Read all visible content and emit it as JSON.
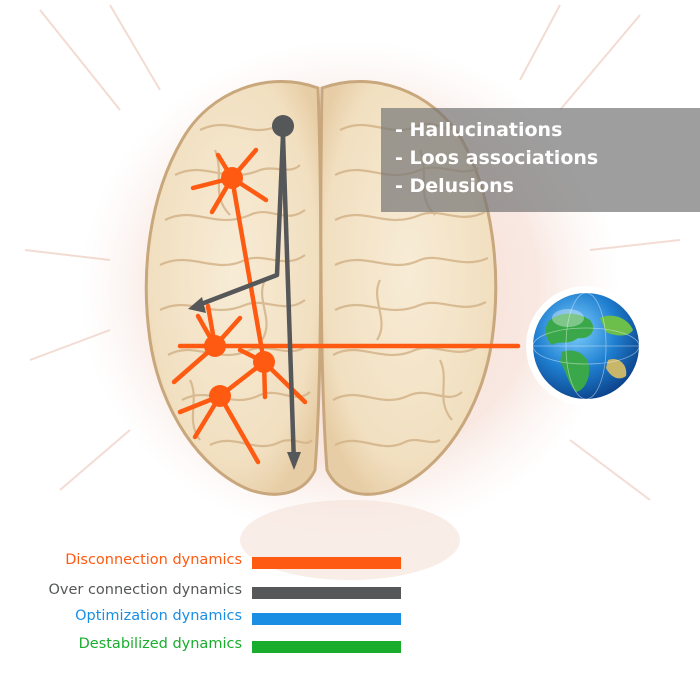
{
  "symptoms": [
    "- Hallucinations",
    "- Loos associations",
    "- Delusions"
  ],
  "legend": [
    {
      "label": "Disconnection dynamics",
      "color": "#ff5a12"
    },
    {
      "label": "Over connection dynamics",
      "color": "#555759"
    },
    {
      "label": "Optimization dynamics",
      "color": "#1a8ee3"
    },
    {
      "label": "Destabilized dynamics",
      "color": "#1aad2d"
    }
  ],
  "colors": {
    "disconnection": "#ff5a12",
    "over_connection": "#555759",
    "brain_fill": "#f3e3c6",
    "brain_outline": "#c9a77c",
    "splash": "#ecc2b4"
  },
  "icons": {
    "brain": "brain-illustration",
    "globe": "globe-icon"
  }
}
